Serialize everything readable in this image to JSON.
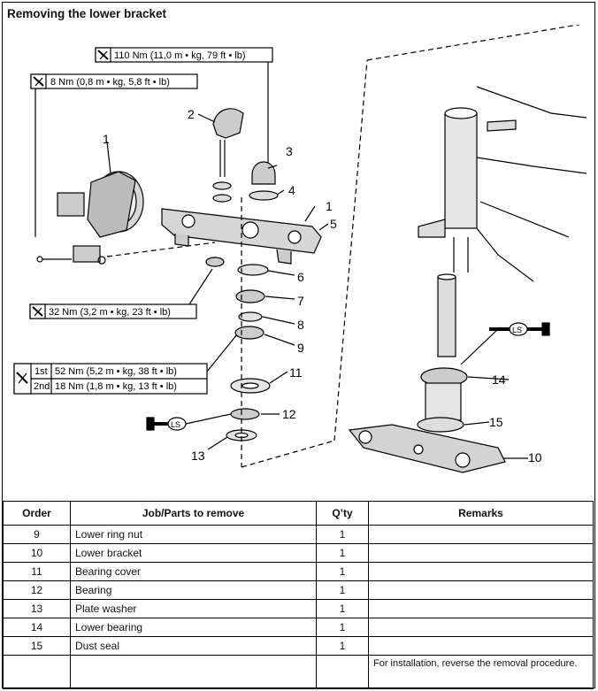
{
  "title": "Removing the lower bracket",
  "torque": {
    "t1": "110 Nm (11,0 m • kg, 79 ft • lb)",
    "t2": "8 Nm (0,8 m • kg, 5,8 ft • lb)",
    "t3": "32 Nm (3,2 m • kg, 23 ft • lb)",
    "first_label": "1st",
    "first_value": "52 Nm (5,2 m • kg, 38 ft • lb)",
    "second_label": "2nd",
    "second_value": "18 Nm (1,8 m • kg, 13 ft • lb)"
  },
  "lubricant_label": "LS",
  "callouts": [
    "1",
    "2",
    "3",
    "4",
    "1",
    "5",
    "6",
    "7",
    "8",
    "9",
    "11",
    "12",
    "13",
    "14",
    "15",
    "10"
  ],
  "table": {
    "headers": [
      "Order",
      "Job/Parts to remove",
      "Q’ty",
      "Remarks"
    ],
    "rows": [
      {
        "order": "9",
        "part": "Lower ring nut",
        "qty": "1",
        "remarks": ""
      },
      {
        "order": "10",
        "part": "Lower bracket",
        "qty": "1",
        "remarks": ""
      },
      {
        "order": "11",
        "part": "Bearing cover",
        "qty": "1",
        "remarks": ""
      },
      {
        "order": "12",
        "part": "Bearing",
        "qty": "1",
        "remarks": ""
      },
      {
        "order": "13",
        "part": "Plate washer",
        "qty": "1",
        "remarks": ""
      },
      {
        "order": "14",
        "part": "Lower bearing",
        "qty": "1",
        "remarks": ""
      },
      {
        "order": "15",
        "part": "Dust seal",
        "qty": "1",
        "remarks": ""
      }
    ],
    "final_remarks": "For installation, reverse the removal procedure."
  }
}
